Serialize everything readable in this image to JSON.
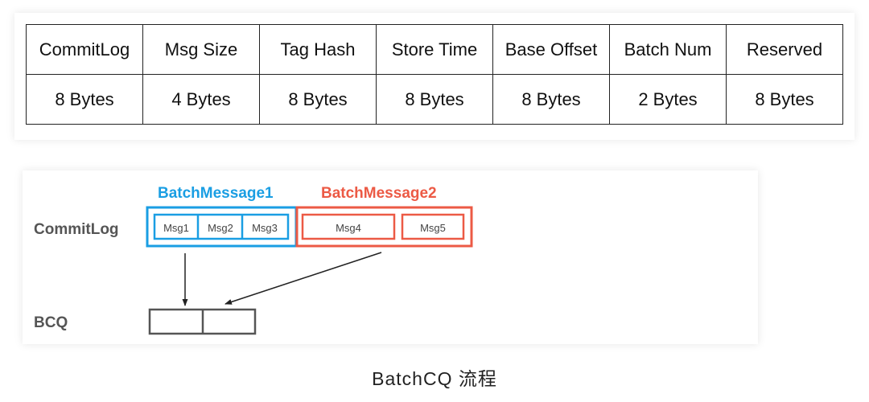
{
  "table": {
    "headers": [
      "CommitLog",
      "Msg Size",
      "Tag Hash",
      "Store Time",
      "Base Offset",
      "Batch Num",
      "Reserved"
    ],
    "sizes": [
      "8 Bytes",
      "4 Bytes",
      "8 Bytes",
      "8 Bytes",
      "8 Bytes",
      "2 Bytes",
      "8 Bytes"
    ]
  },
  "diagram": {
    "row_commitlog": "CommitLog",
    "row_bcq": "BCQ",
    "batch1": {
      "label": "BatchMessage1",
      "color": "#1a9ee3",
      "messages": [
        "Msg1",
        "Msg2",
        "Msg3"
      ]
    },
    "batch2": {
      "label": "BatchMessage2",
      "color": "#ec5a45",
      "messages": [
        "Msg4",
        "Msg5"
      ]
    },
    "bcq_cells": 2
  },
  "caption": "BatchCQ 流程"
}
